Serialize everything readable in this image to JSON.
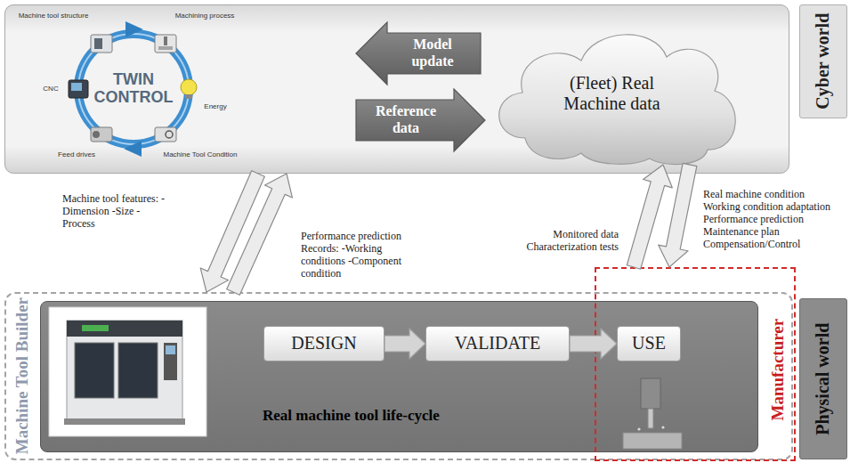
{
  "diagram": {
    "nodes": [
      {
        "text": [
          "TWIN CONTROL"
        ]
      },
      {
        "text": [
          "Model update"
        ],
        "in": 0
      },
      {
        "text": [
          "Reference data"
        ],
        "in": 0
      },
      {
        "text": [
          "(Fleet) Real Machine data"
        ],
        "in": 0
      },
      {
        "text": [
          "Cyber world"
        ]
      },
      {
        "text": [
          "Machine Tool Builder"
        ]
      },
      {
        "text": [
          "Real machine tool life-cycle"
        ],
        "in": 5
      },
      {
        "text": [
          "DESIGN"
        ],
        "in": 6
      },
      {
        "text": [
          "VALIDATE"
        ],
        "in": 6
      },
      {
        "text": [
          "USE"
        ],
        "in": 6
      },
      {
        "text": [
          "Manufacturer"
        ]
      },
      {
        "text": [
          "Physical world"
        ]
      }
    ],
    "edges": [
      {
        "from": 0,
        "to": 5,
        "arrow": "to",
        "label": "Machine tool features: -Dimension -Size -Process"
      },
      {
        "from": 5,
        "to": 0,
        "arrow": "to",
        "label": "Performance prediction Records: -Working conditions -Component condition"
      },
      {
        "from": 10,
        "to": 3,
        "arrow": "to",
        "label": "Monitored data Characterization tests"
      },
      {
        "from": 3,
        "to": 10,
        "arrow": "to",
        "label": "Real machine condition Working condition adaptation Performance prediction Maintenance plan Compensation/Control"
      },
      {
        "from": 7,
        "to": 8,
        "arrow": "to"
      },
      {
        "from": 8,
        "to": 9,
        "arrow": "to"
      }
    ],
    "labels": [
      "Machine tool structure",
      "Machining process",
      "Energy",
      "CNC",
      "Feed drives",
      "Machine Tool Condition"
    ]
  }
}
